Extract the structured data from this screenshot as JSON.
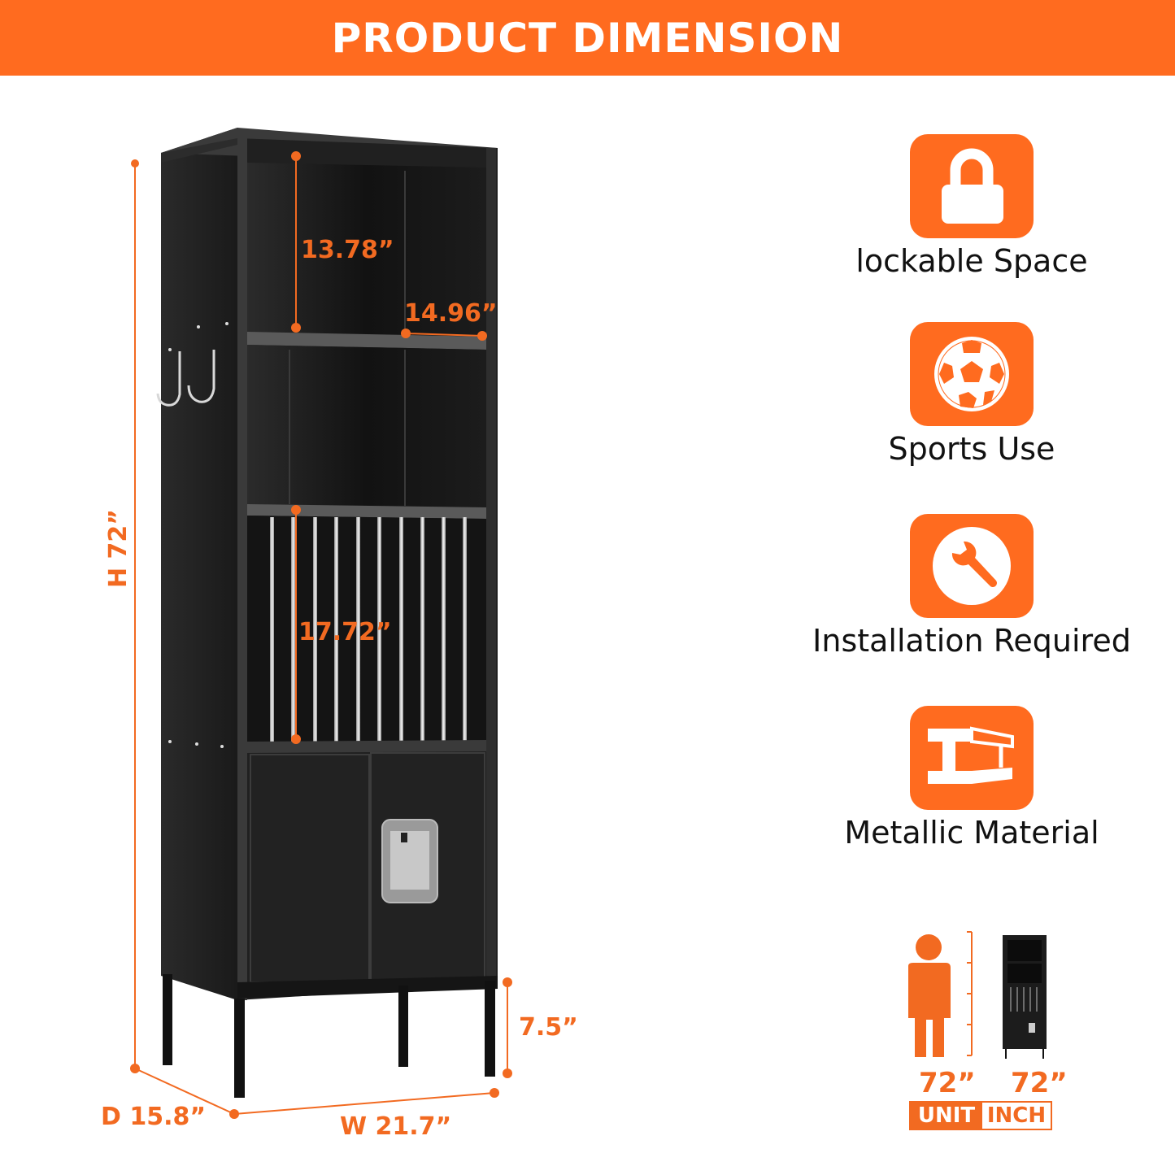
{
  "header": {
    "title": "PRODUCT DIMENSION"
  },
  "colors": {
    "accent": "#ff6b1f",
    "dimension": "#f26a21",
    "cabinet": "#1c1c1c",
    "text": "#111111"
  },
  "dimensions": {
    "height": "H 72”",
    "width": "W 21.7”",
    "depth": "D 15.8”",
    "leg_height": "7.5”",
    "top_shelf_height": "13.78”",
    "shelf_depth": "14.96”",
    "rack_height": "17.72”"
  },
  "features": [
    {
      "icon": "lock-icon",
      "label": "lockable Space"
    },
    {
      "icon": "soccer-ball-icon",
      "label": "Sports Use"
    },
    {
      "icon": "wrench-icon",
      "label": "Installation Required"
    },
    {
      "icon": "i-beam-icon",
      "label": "Metallic Material"
    }
  ],
  "comparison": {
    "person_height": "72”",
    "cabinet_height": "72”",
    "unit_label": "UNIT",
    "unit_value": "INCH"
  }
}
